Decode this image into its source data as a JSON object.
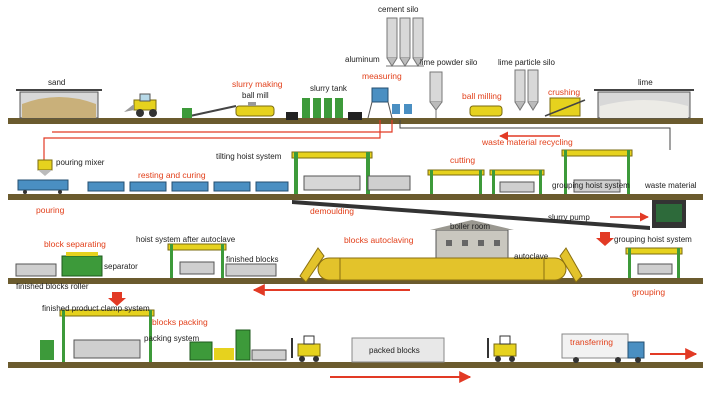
{
  "colors": {
    "stage_label": "#e2401b",
    "equipment_label": "#222222",
    "ground": "#6b5b2e",
    "machine_green": "#3d9a3a",
    "machine_yellow": "#e6d21e",
    "autoclave": "#e3c32b",
    "flow_arrow": "#e23a25"
  },
  "labels": {
    "cement_silo": "cement silo",
    "aluminum": "aluminum",
    "measuring": "measuring",
    "lime_powder_silo": "lime powder silo",
    "lime_particle_silo": "lime particle silo",
    "sand": "sand",
    "slurry_making": "slurry making",
    "ball_mill": "ball mill",
    "slurry_tank": "slurry tank",
    "ball_milling": "ball milling",
    "crushing": "crushing",
    "lime": "lime",
    "waste_material_recycling": "waste material recycling",
    "pouring_mixer": "pouring mixer",
    "resting_and_curing": "resting and curing",
    "tilting_hoist_system": "tilting hoist system",
    "cutting": "cutting",
    "grouping_hoist_system_1": "grouping hoist system",
    "waste_material": "waste material",
    "pouring": "pouring",
    "demoulding": "demoulding",
    "slurry_pump": "slurry pump",
    "grouping_hoist_system_2": "grouping hoist system",
    "block_separating": "block separating",
    "hoist_system_after_autoclave": "hoist system after autoclave",
    "blocks_autoclaving": "blocks autoclaving",
    "boiler_room": "boiler room",
    "separator": "separator",
    "finished_blocks": "finished blocks",
    "autoclave": "autoclave",
    "finished_blocks_roller": "finished blocks roller",
    "grouping": "grouping",
    "finished_product_clamp_system": "finished product clamp system",
    "blocks_packing": "blocks packing",
    "packing_system": "packing system",
    "packed_blocks": "packed blocks",
    "transferring": "transferring"
  }
}
